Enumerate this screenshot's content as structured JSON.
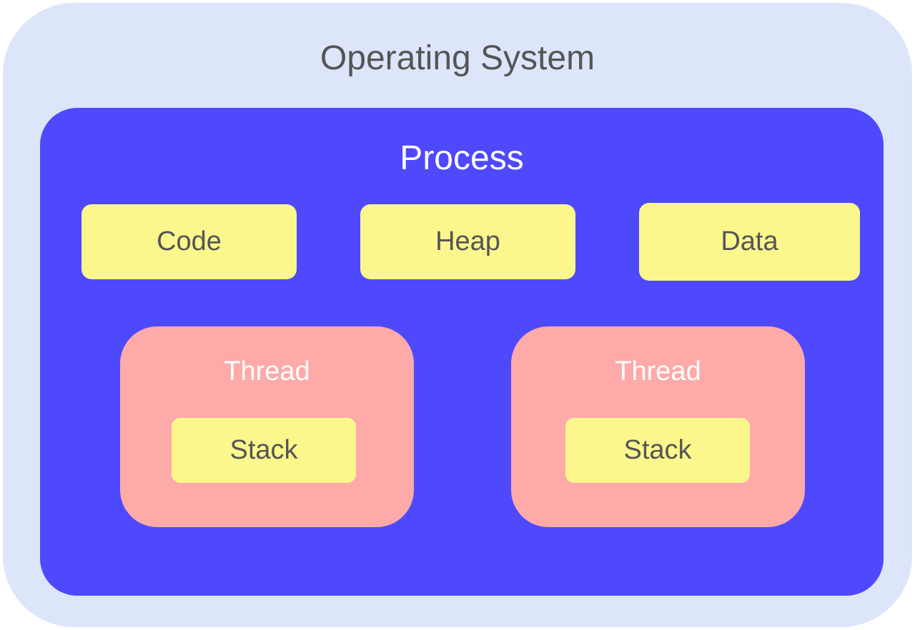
{
  "os": {
    "title": "Operating System"
  },
  "process": {
    "title": "Process",
    "segments": [
      {
        "label": "Code"
      },
      {
        "label": "Heap"
      },
      {
        "label": "Data"
      }
    ],
    "threads": [
      {
        "title": "Thread",
        "stack_label": "Stack"
      },
      {
        "title": "Thread",
        "stack_label": "Stack"
      }
    ]
  },
  "colors": {
    "os_background": "#dde5fb",
    "process_background": "#4f49fd",
    "segment_background": "#fbf78c",
    "thread_background": "#fdaaa9",
    "dark_text": "#555555",
    "light_text": "#ffffff"
  }
}
